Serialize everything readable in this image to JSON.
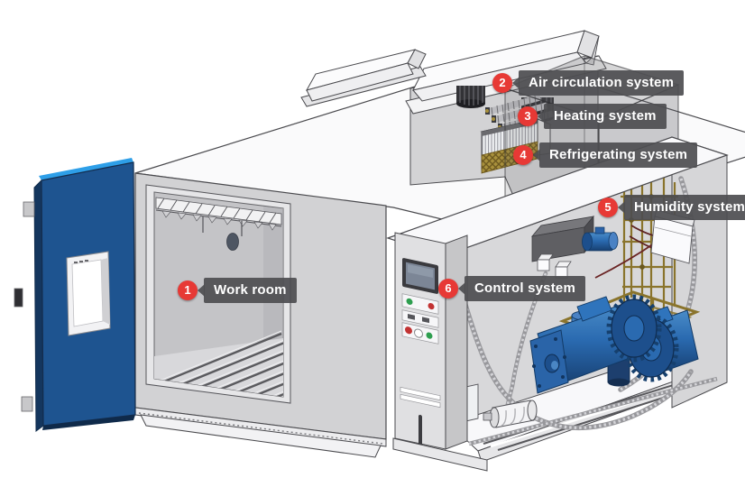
{
  "labels": [
    {
      "number": "1",
      "text": "Work room"
    },
    {
      "number": "2",
      "text": "Air circulation system"
    },
    {
      "number": "3",
      "text": "Heating system"
    },
    {
      "number": "4",
      "text": "Refrigerating system"
    },
    {
      "number": "5",
      "text": "Humidity system"
    },
    {
      "number": "6",
      "text": "Control system"
    }
  ],
  "colors": {
    "callout_bg": "#4d4d50",
    "marker_red": "#e73935",
    "door_blue": "#1e5490",
    "door_edge_blue": "#2e9fe8",
    "door_dark_blue": "#14365e",
    "machine_blue": "#2a6ab0",
    "brass": "#8a742c",
    "body_gray": "#d4d4d6",
    "background": "#ffffff"
  }
}
